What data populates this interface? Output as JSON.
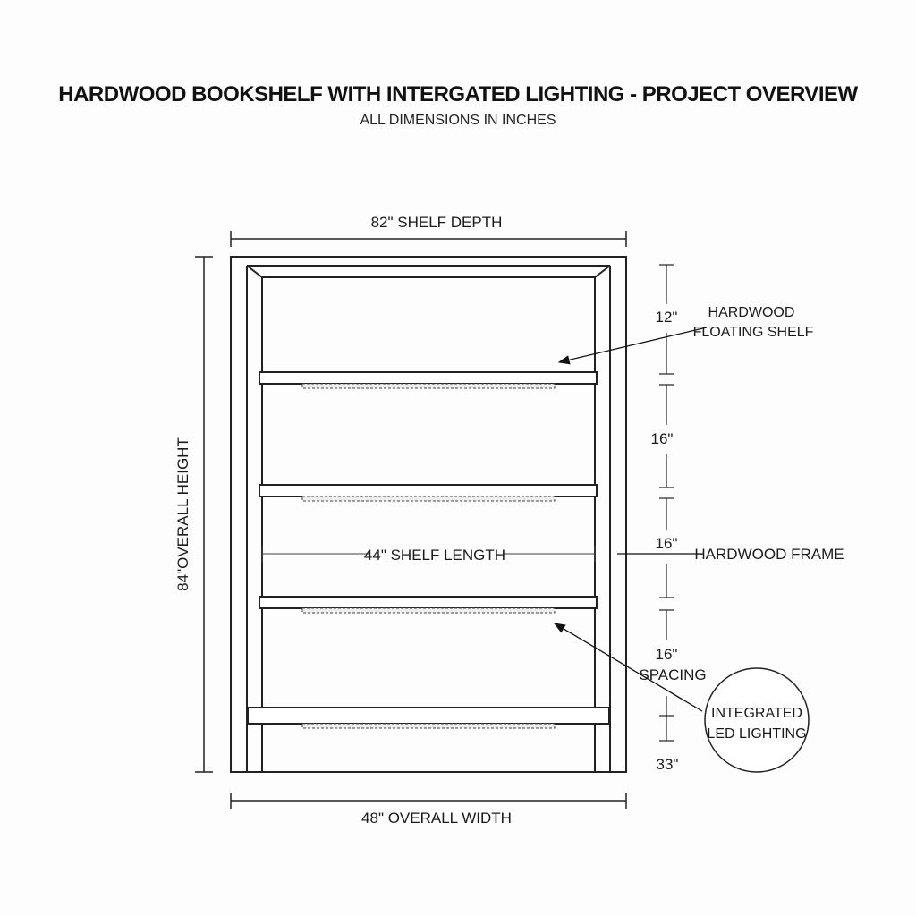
{
  "header": {
    "title": "HARDWOOD BOOKSHELF WITH INTERGATED LIGHTING - PROJECT OVERVIEW",
    "subtitle": "ALL DIMENSIONS IN INCHES"
  },
  "dimensions": {
    "top": "82\" SHELF DEPTH",
    "bottom": "48\" OVERALL WIDTH",
    "left": "84\"OVERALL HEIGHT",
    "inner": "44\" SHELF LENGTH",
    "right_1": "12\"",
    "right_2": "16\"",
    "right_3": "16\"",
    "right_4": "16\"",
    "right_4b": "SPACING",
    "right_5": "33\""
  },
  "callouts": {
    "shelf_1": "HARDWOOD",
    "shelf_2": "FLOATING SHELF",
    "frame": "HARDWOOD FRAME",
    "led_1": "INTEGRATED",
    "led_2": "LED LIGHTING"
  }
}
